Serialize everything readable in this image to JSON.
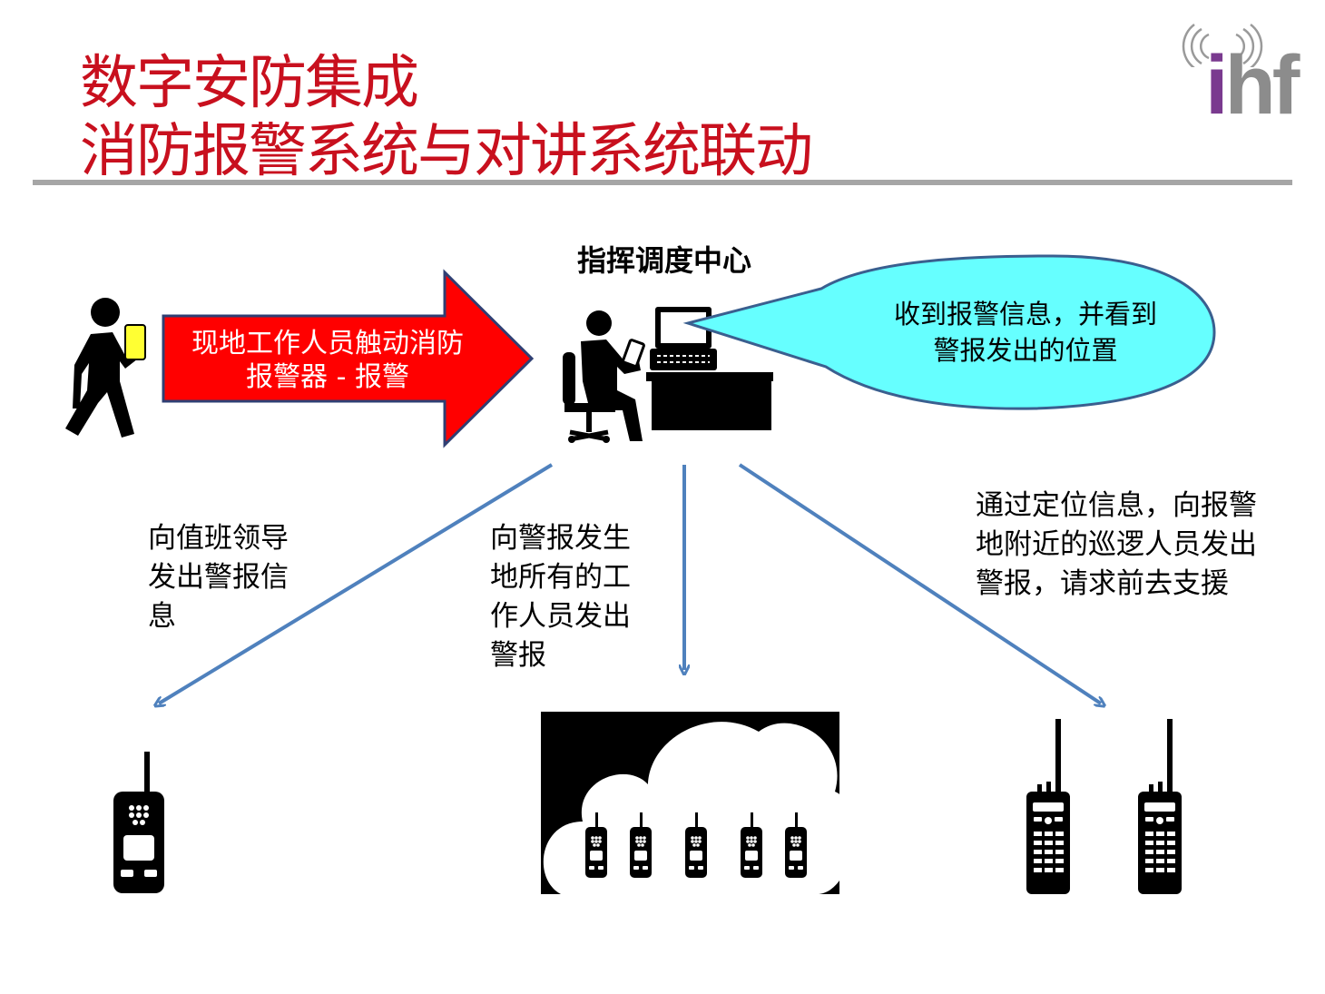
{
  "header": {
    "title_line1": "数字安防集成",
    "title_line2": "消防报警系统与对讲系统联动",
    "logo_i": "i",
    "logo_hf": "hf"
  },
  "diagram": {
    "center_title": "指挥调度中心",
    "arrow_line1": "现地工作人员触动消防",
    "arrow_line2": "报警器 - 报警",
    "bubble_line1": "收到报警信息，并看到",
    "bubble_line2": "警报发出的位置",
    "leader_lines": [
      "向值班领导",
      "发出警报信",
      "息"
    ],
    "onsite_lines": [
      "向警报发生",
      "地所有的工",
      "作人员发出",
      "警报"
    ],
    "patrol_lines": [
      "通过定位信息，向报警",
      "地附近的巡逻人员发出",
      "警报，请求前去支援"
    ]
  },
  "colors": {
    "title": "#c8101e",
    "arrow_fill": "#ff0000",
    "arrow_stroke": "#2f3f73",
    "bubble_fill": "#66ffff",
    "bubble_stroke": "#3a5f8f",
    "connector": "#4f81bd",
    "phone": "#ffff33"
  }
}
